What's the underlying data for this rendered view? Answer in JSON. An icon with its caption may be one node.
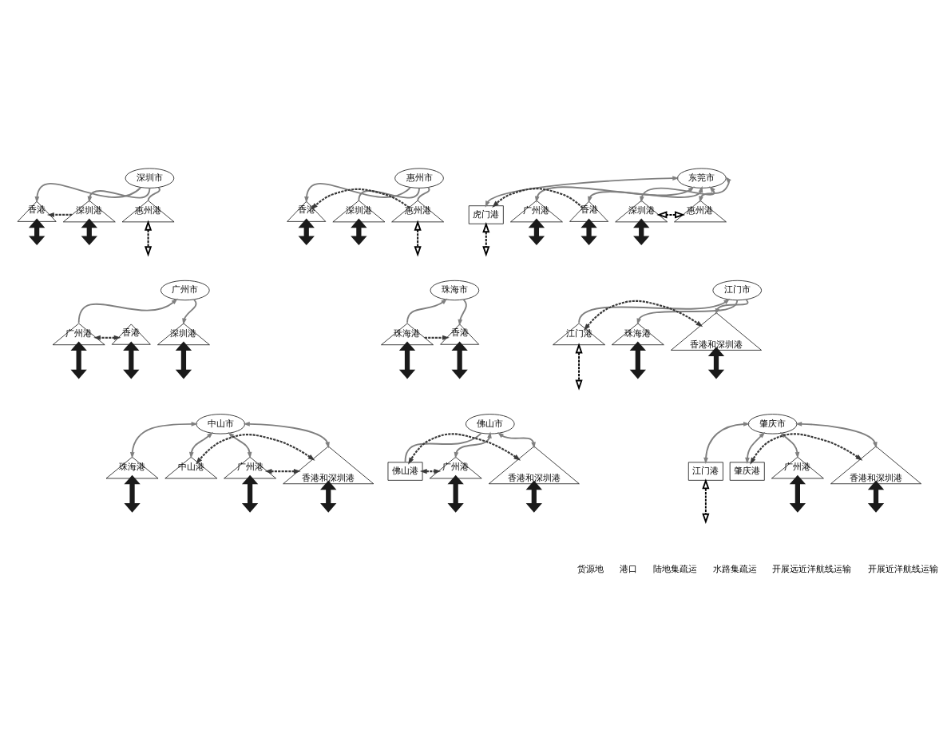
{
  "diagram": {
    "nodes": [
      {
        "text": [
          "深圳市"
        ]
      },
      {
        "text": [
          "香港"
        ]
      },
      {
        "text": [
          "深圳港"
        ]
      },
      {
        "text": [
          "惠州港"
        ]
      },
      {
        "text": [
          "惠州市"
        ]
      },
      {
        "text": [
          "深圳港"
        ]
      },
      {
        "text": [
          "惠州港"
        ]
      },
      {
        "text": [
          "香港"
        ]
      },
      {
        "text": [
          "东莞市"
        ]
      },
      {
        "text": [
          "虎门港"
        ]
      },
      {
        "text": [
          "惠州港"
        ]
      },
      {
        "text": [
          "广州港"
        ]
      },
      {
        "text": [
          "香港"
        ]
      },
      {
        "text": [
          "深圳港"
        ]
      },
      {
        "text": [
          "广州市"
        ]
      },
      {
        "text": [
          "广州港"
        ]
      },
      {
        "text": [
          "深圳港"
        ]
      },
      {
        "text": [
          "香港"
        ]
      },
      {
        "text": [
          "珠海市"
        ]
      },
      {
        "text": [
          "珠海港"
        ]
      },
      {
        "text": [
          "香港"
        ]
      },
      {
        "text": [
          "江门市"
        ]
      },
      {
        "text": [
          "江门港"
        ]
      },
      {
        "text": [
          "珠海港"
        ]
      },
      {
        "text": [
          "香港和深圳港"
        ]
      },
      {
        "text": [
          "中山市"
        ]
      },
      {
        "text": [
          "广州港"
        ]
      },
      {
        "text": [
          "中山港"
        ]
      },
      {
        "text": [
          "珠海港"
        ]
      },
      {
        "text": [
          "香港和深圳港"
        ]
      },
      {
        "text": [
          "佛山市"
        ]
      },
      {
        "text": [
          "佛山港"
        ]
      },
      {
        "text": [
          "广州港"
        ]
      },
      {
        "text": [
          "香港和深圳港"
        ]
      },
      {
        "text": [
          "肇庆市"
        ]
      },
      {
        "text": [
          "肇庆港"
        ]
      },
      {
        "text": [
          "广州港"
        ]
      },
      {
        "text": [
          "江门港"
        ]
      },
      {
        "text": [
          "香港和深圳港"
        ]
      }
    ],
    "edges": [
      {
        "from": 0,
        "to": 1,
        "arrow": "to"
      },
      {
        "from": 0,
        "to": 2,
        "arrow": "to"
      },
      {
        "from": 0,
        "to": 3,
        "arrow": "none"
      },
      {
        "from": 2,
        "to": 1,
        "arrow": "to",
        "style": "dashed",
        "color": "#3a3a3a"
      },
      {
        "from": 1,
        "to": null,
        "arrow": "both",
        "style": "thick",
        "color": "#1a1a1a"
      },
      {
        "from": 2,
        "to": null,
        "arrow": "both",
        "style": "thick",
        "color": "#1a1a1a"
      },
      {
        "from": 3,
        "to": null,
        "arrow": "both",
        "style": "dashed",
        "color": "#000000"
      },
      {
        "from": 4,
        "to": 7,
        "arrow": "to"
      },
      {
        "from": 4,
        "to": 5,
        "arrow": "none"
      },
      {
        "from": 4,
        "to": 6,
        "arrow": "none"
      },
      {
        "from": 6,
        "to": 7,
        "arrow": "to",
        "style": "dashed",
        "color": "#3a3a3a"
      },
      {
        "from": 5,
        "to": null,
        "arrow": "both",
        "style": "thick",
        "color": "#1a1a1a"
      },
      {
        "from": 6,
        "to": null,
        "arrow": "both",
        "style": "dashed",
        "color": "#000000"
      },
      {
        "from": 7,
        "to": null,
        "arrow": "both",
        "style": "thick",
        "color": "#1a1a1a"
      },
      {
        "from": 8,
        "to": 9,
        "arrow": "both"
      },
      {
        "from": 8,
        "to": 11,
        "arrow": "both"
      },
      {
        "from": 8,
        "to": 12,
        "arrow": "both"
      },
      {
        "from": 8,
        "to": 13,
        "arrow": "both"
      },
      {
        "from": 8,
        "to": 10,
        "arrow": "both"
      },
      {
        "from": 12,
        "to": 9,
        "arrow": "to",
        "style": "dashed",
        "color": "#3a3a3a"
      },
      {
        "from": 9,
        "to": null,
        "arrow": "both",
        "style": "dashed",
        "color": "#000000"
      },
      {
        "from": 10,
        "to": 13,
        "arrow": "both",
        "style": "dashed",
        "color": "#000000"
      },
      {
        "from": 11,
        "to": null,
        "arrow": "both",
        "style": "thick",
        "color": "#1a1a1a"
      },
      {
        "from": 12,
        "to": null,
        "arrow": "both",
        "style": "thick",
        "color": "#1a1a1a"
      },
      {
        "from": 13,
        "to": null,
        "arrow": "both",
        "style": "thick",
        "color": "#1a1a1a"
      },
      {
        "from": 15,
        "to": 14,
        "arrow": "to"
      },
      {
        "from": 14,
        "to": 16,
        "arrow": "to"
      },
      {
        "from": 17,
        "to": 15,
        "arrow": "both",
        "style": "dashed",
        "color": "#3a3a3a"
      },
      {
        "from": 15,
        "to": null,
        "arrow": "both",
        "style": "thick",
        "color": "#1a1a1a"
      },
      {
        "from": 16,
        "to": null,
        "arrow": "both",
        "style": "thick",
        "color": "#1a1a1a"
      },
      {
        "from": 17,
        "to": null,
        "arrow": "both",
        "style": "thick",
        "color": "#1a1a1a"
      },
      {
        "from": 19,
        "to": 18,
        "arrow": "to"
      },
      {
        "from": 18,
        "to": 20,
        "arrow": "to"
      },
      {
        "from": 19,
        "to": 20,
        "arrow": "to",
        "style": "dashed",
        "color": "#3a3a3a"
      },
      {
        "from": 19,
        "to": null,
        "arrow": "both",
        "style": "thick",
        "color": "#1a1a1a"
      },
      {
        "from": 20,
        "to": null,
        "arrow": "both",
        "style": "thick",
        "color": "#1a1a1a"
      },
      {
        "from": 22,
        "to": 21,
        "arrow": "to"
      },
      {
        "from": 21,
        "to": 23,
        "arrow": "to"
      },
      {
        "from": 21,
        "to": 24,
        "arrow": "to"
      },
      {
        "from": 22,
        "to": 24,
        "arrow": "both",
        "style": "dashed",
        "color": "#3a3a3a"
      },
      {
        "from": 22,
        "to": null,
        "arrow": "both",
        "style": "dashed",
        "color": "#000000"
      },
      {
        "from": 23,
        "to": null,
        "arrow": "both",
        "style": "thick",
        "color": "#1a1a1a"
      },
      {
        "from": 24,
        "to": null,
        "arrow": "both",
        "style": "thick",
        "color": "#1a1a1a"
      },
      {
        "from": 25,
        "to": 28,
        "arrow": "both"
      },
      {
        "from": 25,
        "to": 27,
        "arrow": "both"
      },
      {
        "from": 25,
        "to": 26,
        "arrow": "both"
      },
      {
        "from": 25,
        "to": 29,
        "arrow": "both"
      },
      {
        "from": 29,
        "to": 27,
        "arrow": "both",
        "style": "dashed",
        "color": "#3a3a3a"
      },
      {
        "from": 26,
        "to": 29,
        "arrow": "both",
        "style": "dashed",
        "color": "#3a3a3a"
      },
      {
        "from": 28,
        "to": null,
        "arrow": "both",
        "style": "thick",
        "color": "#1a1a1a"
      },
      {
        "from": 26,
        "to": null,
        "arrow": "both",
        "style": "thick",
        "color": "#1a1a1a"
      },
      {
        "from": 29,
        "to": null,
        "arrow": "both",
        "style": "thick",
        "color": "#1a1a1a"
      },
      {
        "from": 30,
        "to": 31,
        "arrow": "none"
      },
      {
        "from": 30,
        "to": 32,
        "arrow": "both"
      },
      {
        "from": 30,
        "to": 33,
        "arrow": "both"
      },
      {
        "from": 31,
        "to": 32,
        "arrow": "both",
        "style": "dashed",
        "color": "#3a3a3a"
      },
      {
        "from": 33,
        "to": 31,
        "arrow": "both",
        "style": "dashed",
        "color": "#3a3a3a"
      },
      {
        "from": 32,
        "to": null,
        "arrow": "both",
        "style": "thick",
        "color": "#1a1a1a"
      },
      {
        "from": 33,
        "to": null,
        "arrow": "both",
        "style": "thick",
        "color": "#1a1a1a"
      },
      {
        "from": 34,
        "to": 37,
        "arrow": "both"
      },
      {
        "from": 34,
        "to": 35,
        "arrow": "both"
      },
      {
        "from": 34,
        "to": 36,
        "arrow": "both"
      },
      {
        "from": 34,
        "to": 38,
        "arrow": "both"
      },
      {
        "from": 38,
        "to": 35,
        "arrow": "both",
        "style": "dashed",
        "color": "#3a3a3a"
      },
      {
        "from": 37,
        "to": null,
        "arrow": "both",
        "style": "dashed",
        "color": "#000000"
      },
      {
        "from": 36,
        "to": null,
        "arrow": "both",
        "style": "thick",
        "color": "#1a1a1a"
      },
      {
        "from": 38,
        "to": null,
        "arrow": "both",
        "style": "thick",
        "color": "#1a1a1a"
      }
    ],
    "legend": [
      {
        "text": "货源地"
      },
      {
        "text": "港口"
      },
      {
        "text": "陆地集疏运"
      },
      {
        "text": "水路集疏运"
      },
      {
        "text": "开展远近洋航线运输"
      },
      {
        "text": "开展近洋航线运输"
      }
    ]
  }
}
